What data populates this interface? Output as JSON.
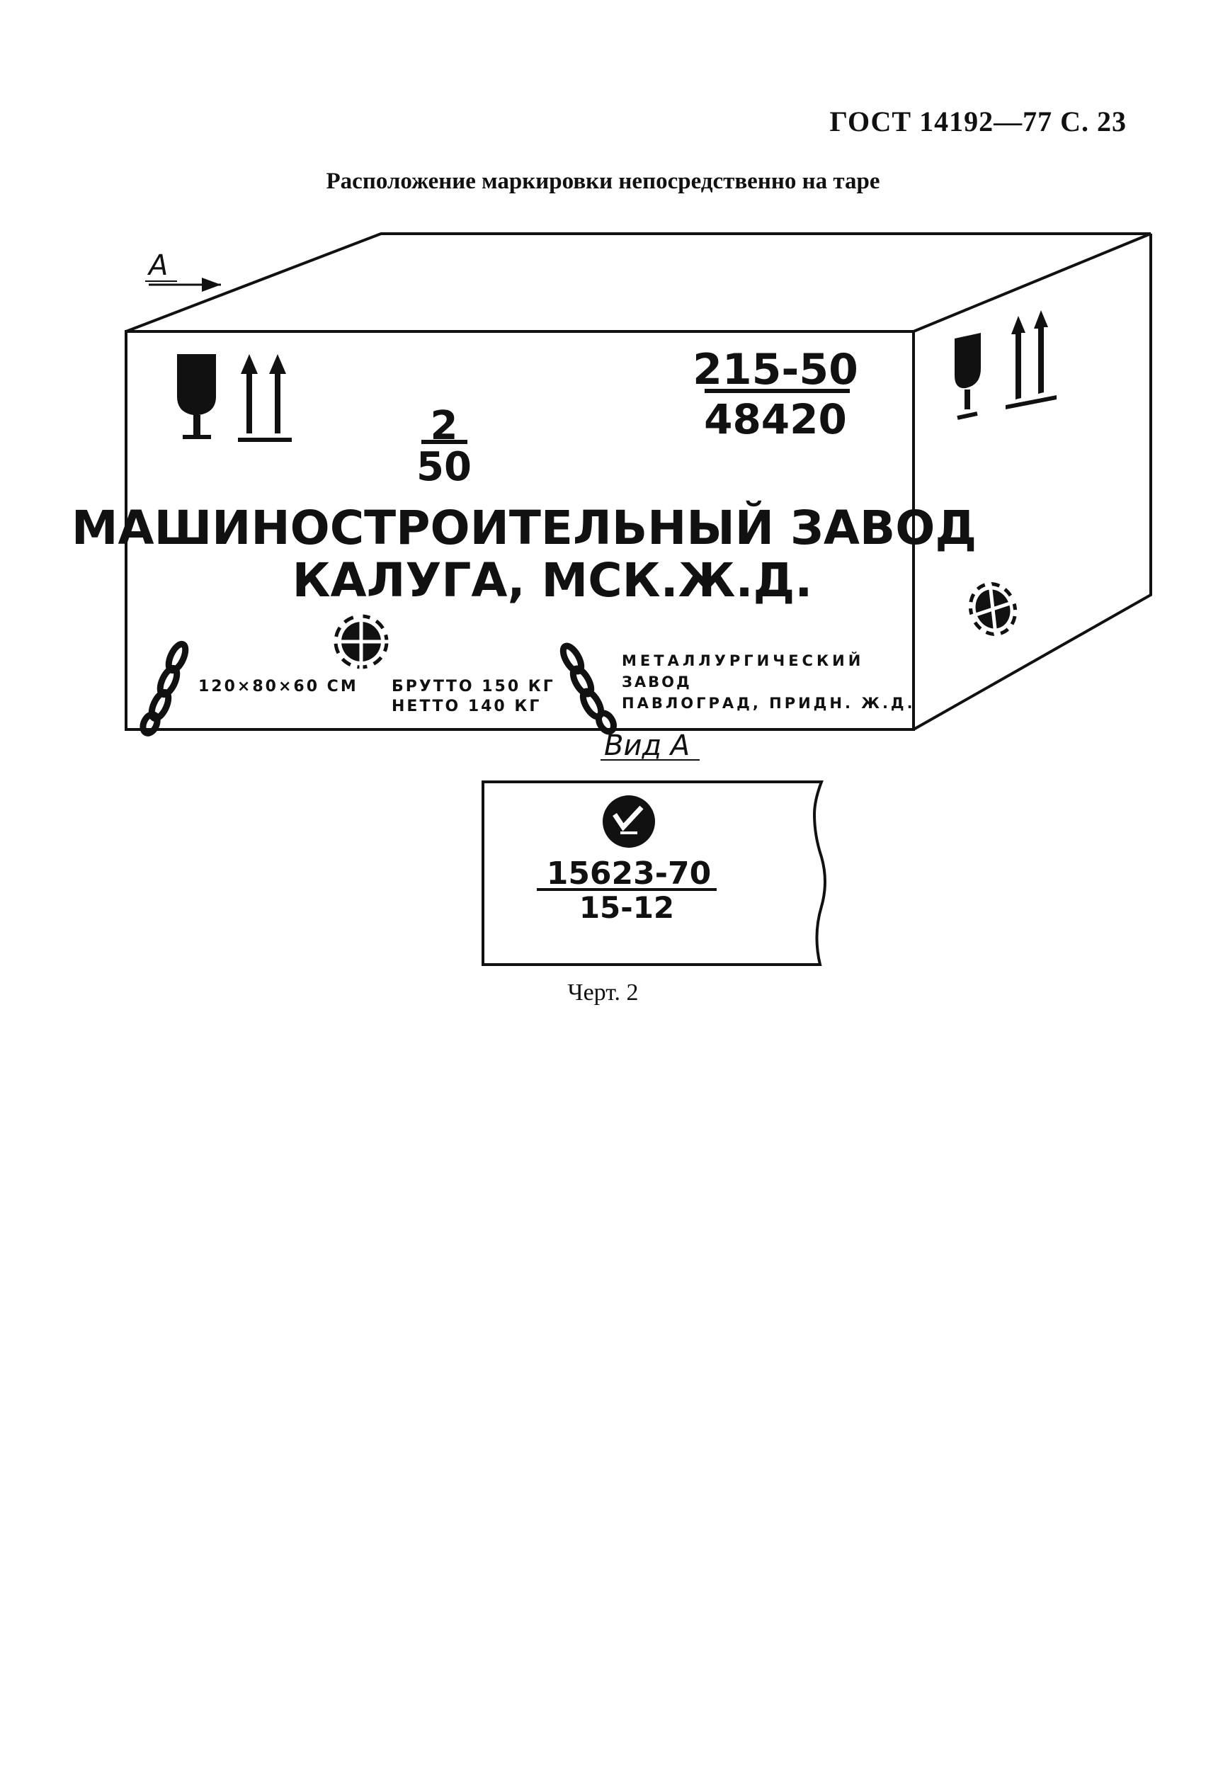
{
  "header": {
    "standard": "ГОСТ 14192—77 С. 23"
  },
  "title": "Расположение маркировки непосредственно на таре",
  "box": {
    "view_arrow_label": "А",
    "shipment_number": "215-50",
    "destination_code": "48420",
    "place_number": "2",
    "total_places": "50",
    "consignee_name": "МАШИНОСТРОИТЕЛЬНЫЙ ЗАВОД",
    "consignee_station": "КАЛУГА, МСК.Ж.Д.",
    "dimensions": "120×80×60 СМ",
    "gross_weight": "БРУТТО 150 КГ",
    "net_weight": "НЕТТО 140 КГ",
    "sender_line1": "МЕТАЛЛУРГИЧЕСКИЙ",
    "sender_line2": "ЗАВОД",
    "sender_line3": "ПАВЛОГРАД, ПРИДН. Ж.Д."
  },
  "view_a": {
    "label": "Вид А",
    "standard_number": "15623-70",
    "code": "15-12"
  },
  "caption": "Черт. 2"
}
